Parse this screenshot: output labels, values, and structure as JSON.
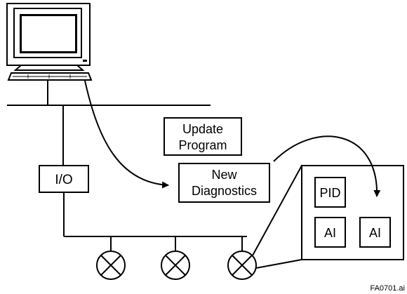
{
  "boxes": {
    "io": "I/O",
    "update_line1": "Update",
    "update_line2": "Program",
    "new_line1": "New",
    "new_line2": "Diagnostics",
    "pid": "PID",
    "ai_left": "AI",
    "ai_right": "AI"
  },
  "figure_id": "FA0701.ai"
}
